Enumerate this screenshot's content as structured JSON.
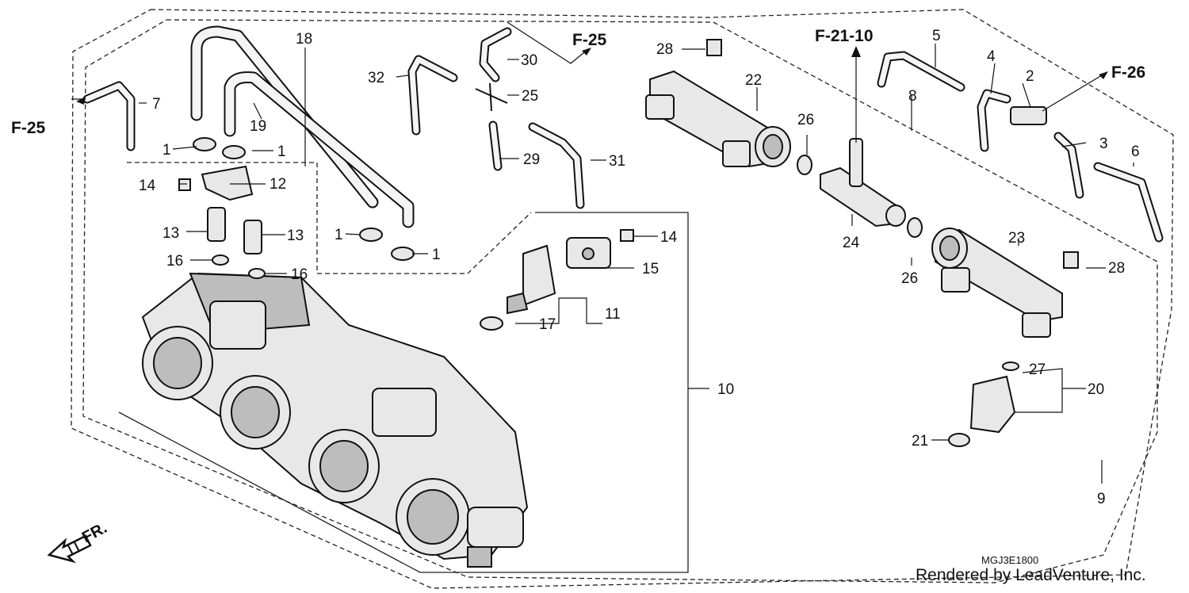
{
  "callouts": {
    "c1a": "1",
    "c1b": "1",
    "c1c": "1",
    "c1d": "1",
    "c2": "2",
    "c3": "3",
    "c4": "4",
    "c5": "5",
    "c6": "6",
    "c7": "7",
    "c8": "8",
    "c9": "9",
    "c10": "10",
    "c11": "11",
    "c12": "12",
    "c13a": "13",
    "c13b": "13",
    "c14a": "14",
    "c14b": "14",
    "c15": "15",
    "c16a": "16",
    "c16b": "16",
    "c17": "17",
    "c18": "18",
    "c19": "19",
    "c20": "20",
    "c21": "21",
    "c22": "22",
    "c23": "23",
    "c24": "24",
    "c25": "25",
    "c26a": "26",
    "c26b": "26",
    "c27": "27",
    "c28a": "28",
    "c28b": "28",
    "c29": "29",
    "c30": "30",
    "c31": "31",
    "c32": "32"
  },
  "references": {
    "f25_left": "F-25",
    "f25_top": "F-25",
    "f21_10": "F-21-10",
    "f26": "F-26"
  },
  "direction_label": "FR.",
  "diagram_code": "MGJ3E1800",
  "credit": "Rendered by LeadVenture, Inc.",
  "icons": [
    "front-direction-arrow-icon"
  ]
}
